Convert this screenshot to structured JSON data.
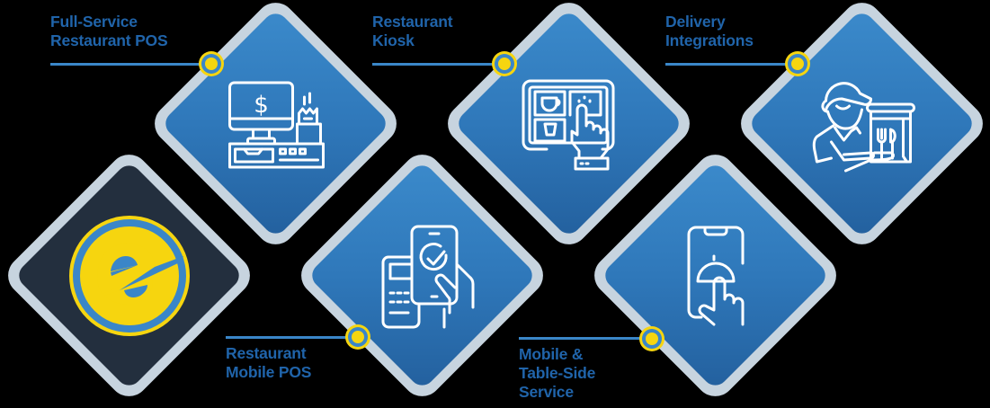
{
  "colors": {
    "background": "#000000",
    "diamond_border": "#c7d4df",
    "diamond_blue_top": "#3b8acb",
    "diamond_blue_bottom": "#23609e",
    "logo_diamond_fill": "#232f3e",
    "label_text": "#2064aa",
    "connector_line": "#3a86c8",
    "accent_yellow": "#f6d50f"
  },
  "logo": {
    "letter": "e",
    "icon": "brand-e-logo-icon"
  },
  "features": [
    {
      "id": "full-service-pos",
      "label_lines": [
        "Full-Service",
        "Restaurant POS"
      ],
      "icon": "pos-register-icon"
    },
    {
      "id": "restaurant-kiosk",
      "label_lines": [
        "Restaurant",
        "Kiosk"
      ],
      "icon": "touch-kiosk-icon"
    },
    {
      "id": "delivery-integrations",
      "label_lines": [
        "Delivery",
        "Integrations"
      ],
      "icon": "delivery-person-icon"
    },
    {
      "id": "restaurant-mobile-pos",
      "label_lines": [
        "Restaurant",
        "Mobile POS"
      ],
      "icon": "mobile-payment-icon"
    },
    {
      "id": "mobile-table-side",
      "label_lines": [
        "Mobile &",
        "Table-Side",
        "Service"
      ],
      "icon": "mobile-serving-icon"
    }
  ]
}
